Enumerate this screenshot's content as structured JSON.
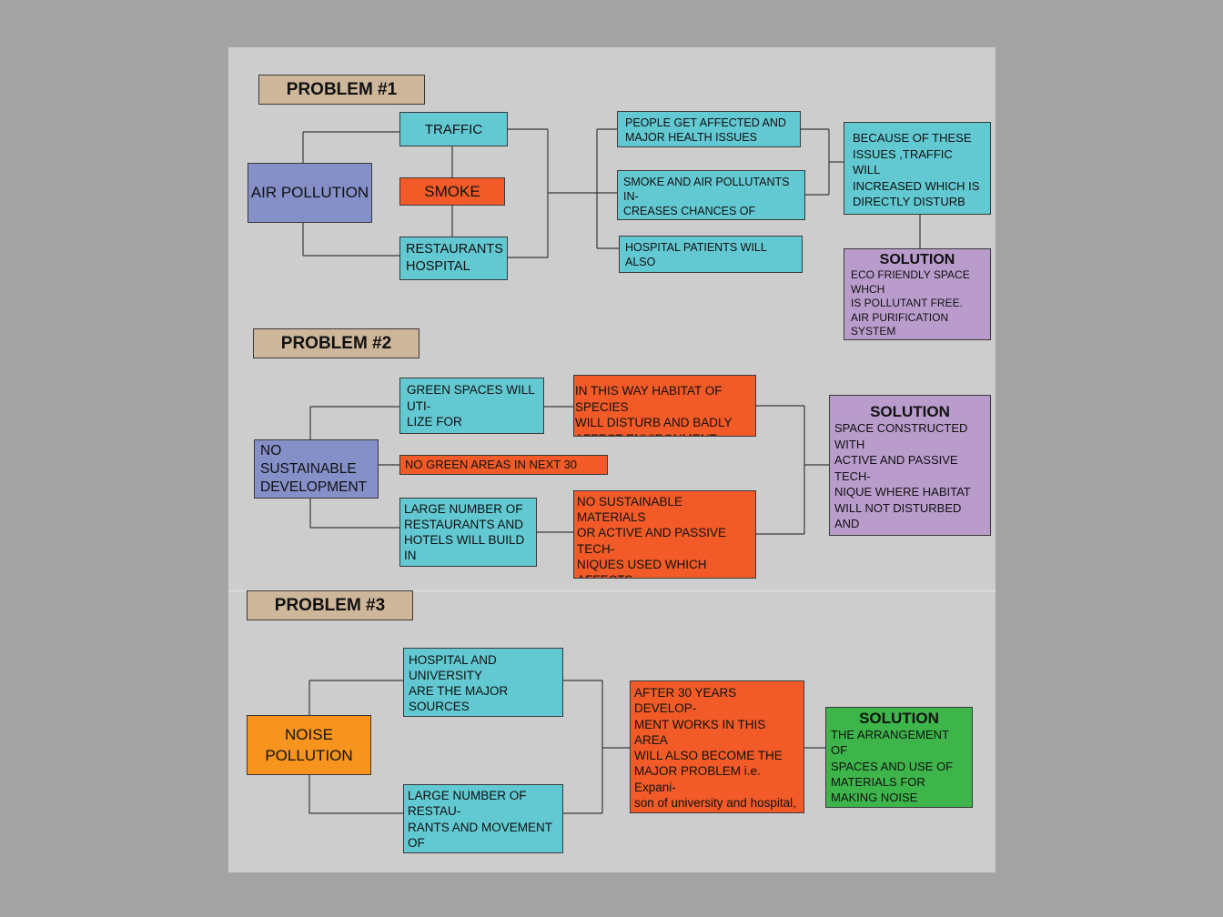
{
  "problem1": {
    "header": "PROBLEM #1",
    "root": "AIR POLLUTION",
    "traffic": "TRAFFIC",
    "smoke": "SMOKE",
    "restaurants": "RESTAURANTS\nHOSPITAL",
    "effect1": "PEOPLE GET AFFECTED AND\nMAJOR HEALTH ISSUES",
    "effect2": "SMOKE AND AIR POLLUTANTS IN-\nCREASES CHANCES OF CANCER IN\nPEOPLE",
    "effect3": "HOSPITAL PATIENTS WILL ALSO\nFACE THIS PROBLEM",
    "consequence": "BECAUSE OF THESE\nISSUES ,TRAFFIC WILL\nINCREASED WHICH IS\nDIRECTLY DISTURB THE\nENVIRONMENT",
    "solution_title": "SOLUTION",
    "solution_body": "ECO FRIENDLY SPACE WHCH\nIS POLLUTANT FREE.\nAIR PURIFICATION SYSTEM\nMAXIMUM VEGETATIION\nSUSTAINABLE MATERIAL"
  },
  "problem2": {
    "header": "PROBLEM #2",
    "root": "NO SUSTAINABLE\nDEVELOPMENT",
    "green_spaces": "GREEN SPACES WILL UTI-\nLIZE FOR DEVELOPMENT\nPROJECTS",
    "no_green": "NO GREEN AREAS IN NEXT 30 YEARS",
    "restaurants": "LARGE NUMBER OF\nRESTAURANTS AND\nHOTELS WILL BUILD IN\nTHIS AREA",
    "habitat": "IN THIS WAY HABITAT OF SPECIES\nWILL DISTURB AND BADLY\nAFFECT ENVIRONMENT",
    "no_materials": "NO SUSTAINABLE MATERIALS\nOR ACTIVE AND PASSIVE TECH-\nNIQUES USED WHICH AFFECTS\nTHE ENVIRONMENT AND LEADS\nTOWARDS ENERGY CRISES.",
    "solution_title": "SOLUTION",
    "solution_body": "SPACE CONSTRUCTED WITH\nACTIVE AND PASSIVE TECH-\nNIQUE WHERE HABITAT\nWILL NOT DISTURBED AND\nGREAN AREAS WORK AS\nPURIFICATION OF AIR."
  },
  "problem3": {
    "header": "PROBLEM #3",
    "root": "NOISE\nPOLLUTION",
    "hospital": "HOSPITAL AND UNIVERSITY\nARE THE MAJOR SOURCES\nOF NOISE POLLTION WHICH\nINCREASES IN FUTURE",
    "restaurants": "LARGE NUMBER OF RESTAU-\nRANTS AND MOVEMENT OF\nVEHICLES INCREASES WITH-\nINCREASE OF RESTAURANTS",
    "future": "AFTER 30 YEARS DEVELOP-\nMENT WORKS IN THIS AREA\nWILL ALSO BECOME THE\nMAJOR PROBLEM i.e. Expani-\nson of university and hospital,\nroads to control traffic. WHIC-\nDISTURBS WHOLE ENVIRON-\nMENT",
    "solution_title": "SOLUTION",
    "solution_body": "THE ARRANGEMENT OF\nSPACES AND USE OF\nMATERIALS FOR\nMAKING NOISE INSULA-\nTION ZONE"
  },
  "colors": {
    "header": "#cdb69a",
    "cyan": "#62c8d1",
    "blue": "#858fc8",
    "red": "#f25b28",
    "purple": "#b99ccc",
    "orange": "#f7941d",
    "green": "#3db54a"
  }
}
